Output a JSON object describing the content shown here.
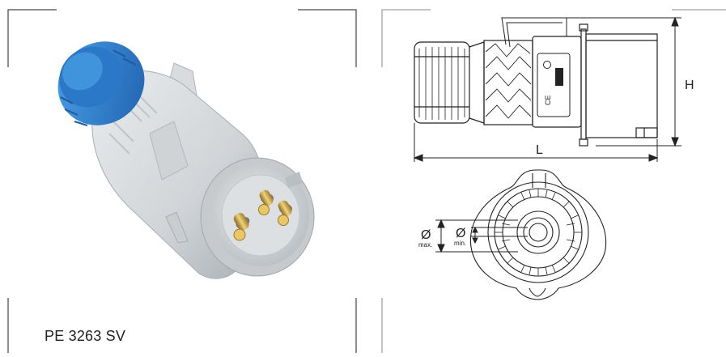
{
  "product_code": "PE 3263 SV",
  "dimensions": {
    "height_label": "H",
    "length_label": "L",
    "diameter_symbol": "Ø",
    "max_label": "max.",
    "min_label": "min."
  },
  "colors": {
    "accent": "#2f7dd1",
    "body": "#d2d6d9",
    "brass": "#c9a24a",
    "line": "#222222"
  }
}
